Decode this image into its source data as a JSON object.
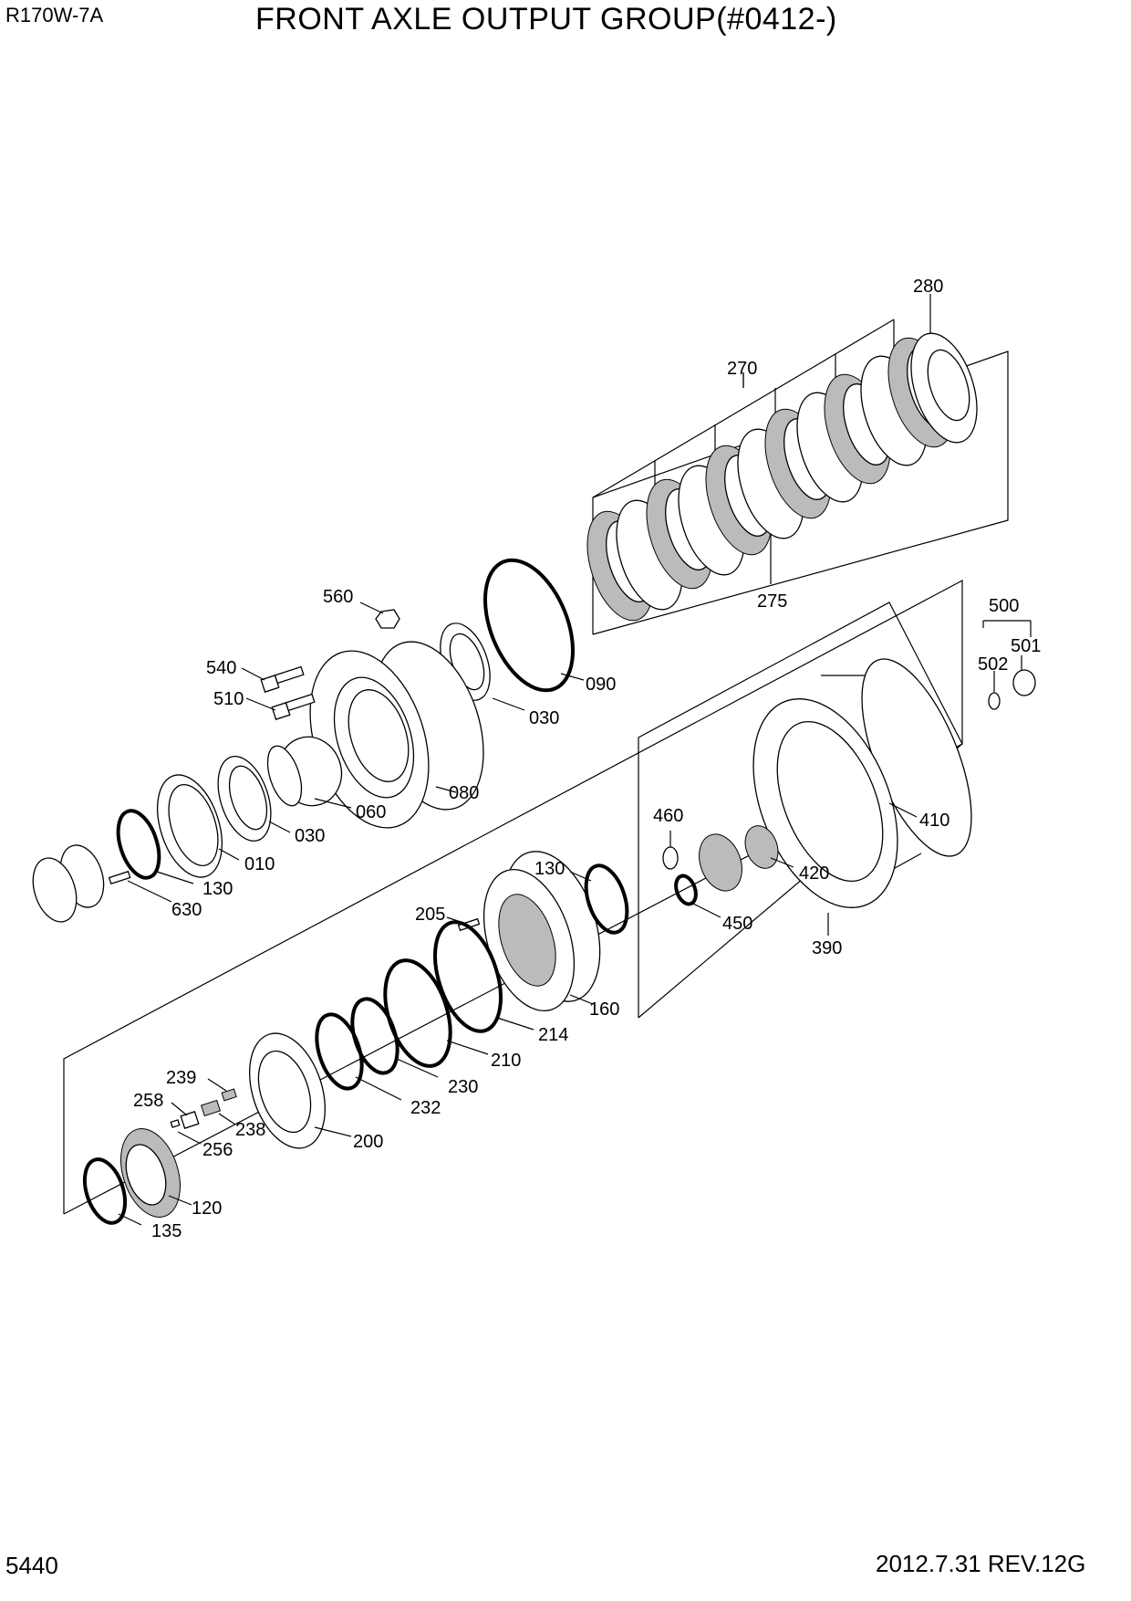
{
  "header": {
    "model": "R170W-7A",
    "title": "FRONT AXLE OUTPUT GROUP(#0412-)"
  },
  "footer": {
    "page_number": "5440",
    "revision": "2012.7.31  REV.12G"
  },
  "callouts": {
    "c280": "280",
    "c270": "270",
    "c275": "275",
    "c560": "560",
    "c540": "540",
    "c510": "510",
    "c090": "090",
    "c030a": "030",
    "c030b": "030",
    "c080": "080",
    "c060": "060",
    "c010": "010",
    "c130a": "130",
    "c630": "630",
    "c500": "500",
    "c501": "501",
    "c502": "502",
    "c460": "460",
    "c410": "410",
    "c420": "420",
    "c450": "450",
    "c390": "390",
    "c130b": "130",
    "c205": "205",
    "c160": "160",
    "c214": "214",
    "c210": "210",
    "c230": "230",
    "c232": "232",
    "c200": "200",
    "c239": "239",
    "c258": "258",
    "c238": "238",
    "c256": "256",
    "c120": "120",
    "c135": "135"
  }
}
